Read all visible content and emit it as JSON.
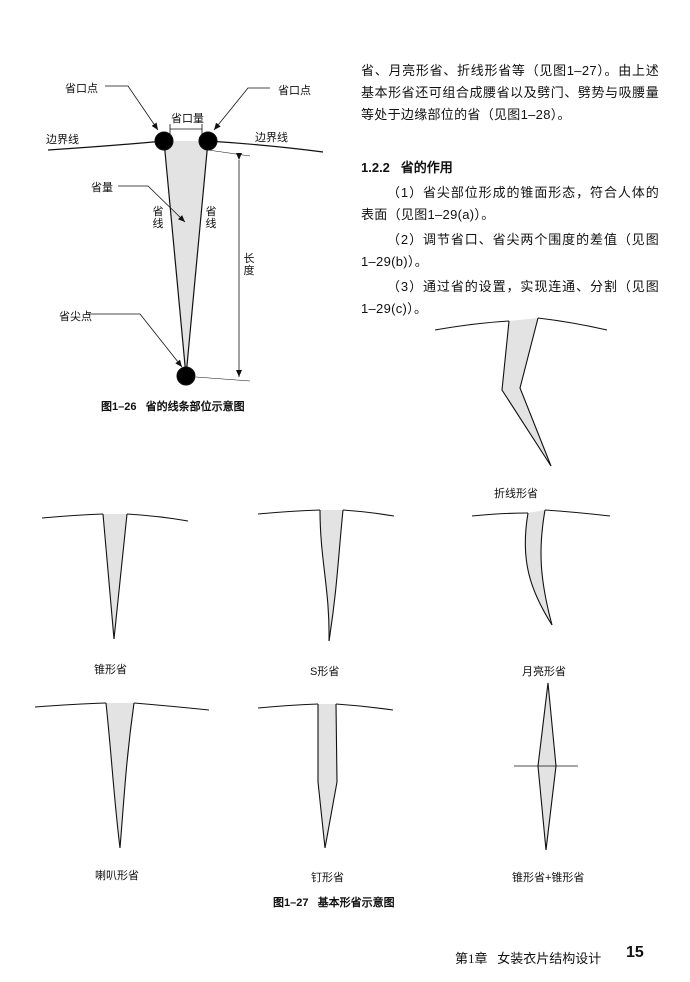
{
  "text": {
    "para1": "省、月亮形省、折线形省等（见图1–27）。由上述基本形省还可组合成腰省以及劈门、劈势与吸腰量等处于边缘部位的省（见图1–28）。",
    "heading_num": "1.2.2",
    "heading": "省的作用",
    "item1": "（1）省尖部位形成的锥面形态，符合人体的表面（见图1–29(a)）。",
    "item2": "（2）调节省口、省尖两个围度的差值（见图1–29(b)）。",
    "item3": "（3）通过省的设置，实现连通、分割（见图1–29(c)）。"
  },
  "fig126": {
    "label_dart_mouth_point_left": "省口点",
    "label_dart_mouth_point_right": "省口点",
    "label_dart_mouth_amount": "省口量",
    "label_boundary_left": "边界线",
    "label_boundary_right": "边界线",
    "label_dart_amount": "省量",
    "label_dart_line_left": "省线",
    "label_dart_line_right": "省线",
    "label_length": "长度",
    "label_dart_tip": "省尖点",
    "caption_num": "图1–26",
    "caption": "省的线条部位示意图"
  },
  "fig127": {
    "label_polyline": "折线形省",
    "label_cone": "锥形省",
    "label_s": "S形省",
    "label_moon": "月亮形省",
    "label_trumpet": "喇叭形省",
    "label_nail": "钉形省",
    "label_cone_cone": "锥形省+锥形省",
    "caption_num": "图1–27",
    "caption": "基本形省示意图"
  },
  "footer": {
    "chapter": "第1章",
    "title": "女装衣片结构设计",
    "page": "15"
  },
  "colors": {
    "dart_fill": "#e3e3e3",
    "line": "#111111"
  }
}
